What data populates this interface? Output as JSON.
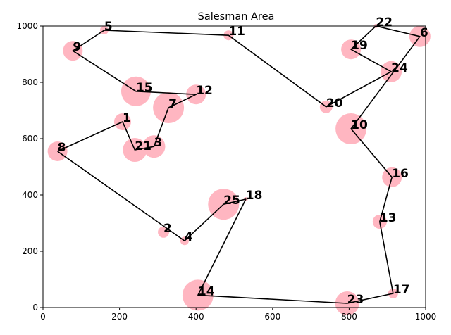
{
  "chart_data": {
    "type": "scatter",
    "title": "Salesman Area",
    "xlabel": "",
    "ylabel": "",
    "xlim": [
      0,
      1000
    ],
    "ylim": [
      0,
      1000
    ],
    "xticks": [
      0,
      200,
      400,
      600,
      800,
      1000
    ],
    "yticks": [
      0,
      200,
      400,
      600,
      800,
      1000
    ],
    "grid": false,
    "colors": {
      "bubble": "#ffb6c1",
      "route": "#000000"
    },
    "points": [
      {
        "label": "1",
        "x": 208,
        "y": 660,
        "size": 12
      },
      {
        "label": "2",
        "x": 315,
        "y": 268,
        "size": 8
      },
      {
        "label": "3",
        "x": 290,
        "y": 572,
        "size": 16
      },
      {
        "label": "4",
        "x": 370,
        "y": 237,
        "size": 6
      },
      {
        "label": "5",
        "x": 160,
        "y": 985,
        "size": 6
      },
      {
        "label": "6",
        "x": 985,
        "y": 963,
        "size": 15
      },
      {
        "label": "7",
        "x": 328,
        "y": 710,
        "size": 22
      },
      {
        "label": "8",
        "x": 38,
        "y": 555,
        "size": 14
      },
      {
        "label": "9",
        "x": 78,
        "y": 912,
        "size": 14
      },
      {
        "label": "10",
        "x": 805,
        "y": 635,
        "size": 22
      },
      {
        "label": "11",
        "x": 485,
        "y": 967,
        "size": 7
      },
      {
        "label": "12",
        "x": 400,
        "y": 757,
        "size": 14
      },
      {
        "label": "13",
        "x": 880,
        "y": 305,
        "size": 10
      },
      {
        "label": "14",
        "x": 405,
        "y": 44,
        "size": 22
      },
      {
        "label": "15",
        "x": 243,
        "y": 768,
        "size": 21
      },
      {
        "label": "16",
        "x": 912,
        "y": 463,
        "size": 14
      },
      {
        "label": "17",
        "x": 915,
        "y": 50,
        "size": 7
      },
      {
        "label": "18",
        "x": 530,
        "y": 385,
        "size": 3
      },
      {
        "label": "19",
        "x": 805,
        "y": 917,
        "size": 14
      },
      {
        "label": "20",
        "x": 740,
        "y": 713,
        "size": 9
      },
      {
        "label": "21",
        "x": 240,
        "y": 560,
        "size": 17
      },
      {
        "label": "22",
        "x": 870,
        "y": 1000,
        "size": 3
      },
      {
        "label": "23",
        "x": 795,
        "y": 15,
        "size": 17
      },
      {
        "label": "24",
        "x": 910,
        "y": 838,
        "size": 15
      },
      {
        "label": "25",
        "x": 472,
        "y": 367,
        "size": 22
      }
    ],
    "route": [
      "8",
      "1",
      "21",
      "3",
      "7",
      "12",
      "15",
      "9",
      "5",
      "11",
      "20",
      "24",
      "19",
      "22",
      "6",
      "10",
      "16",
      "13",
      "17",
      "23",
      "14",
      "18",
      "25",
      "4",
      "8"
    ]
  }
}
